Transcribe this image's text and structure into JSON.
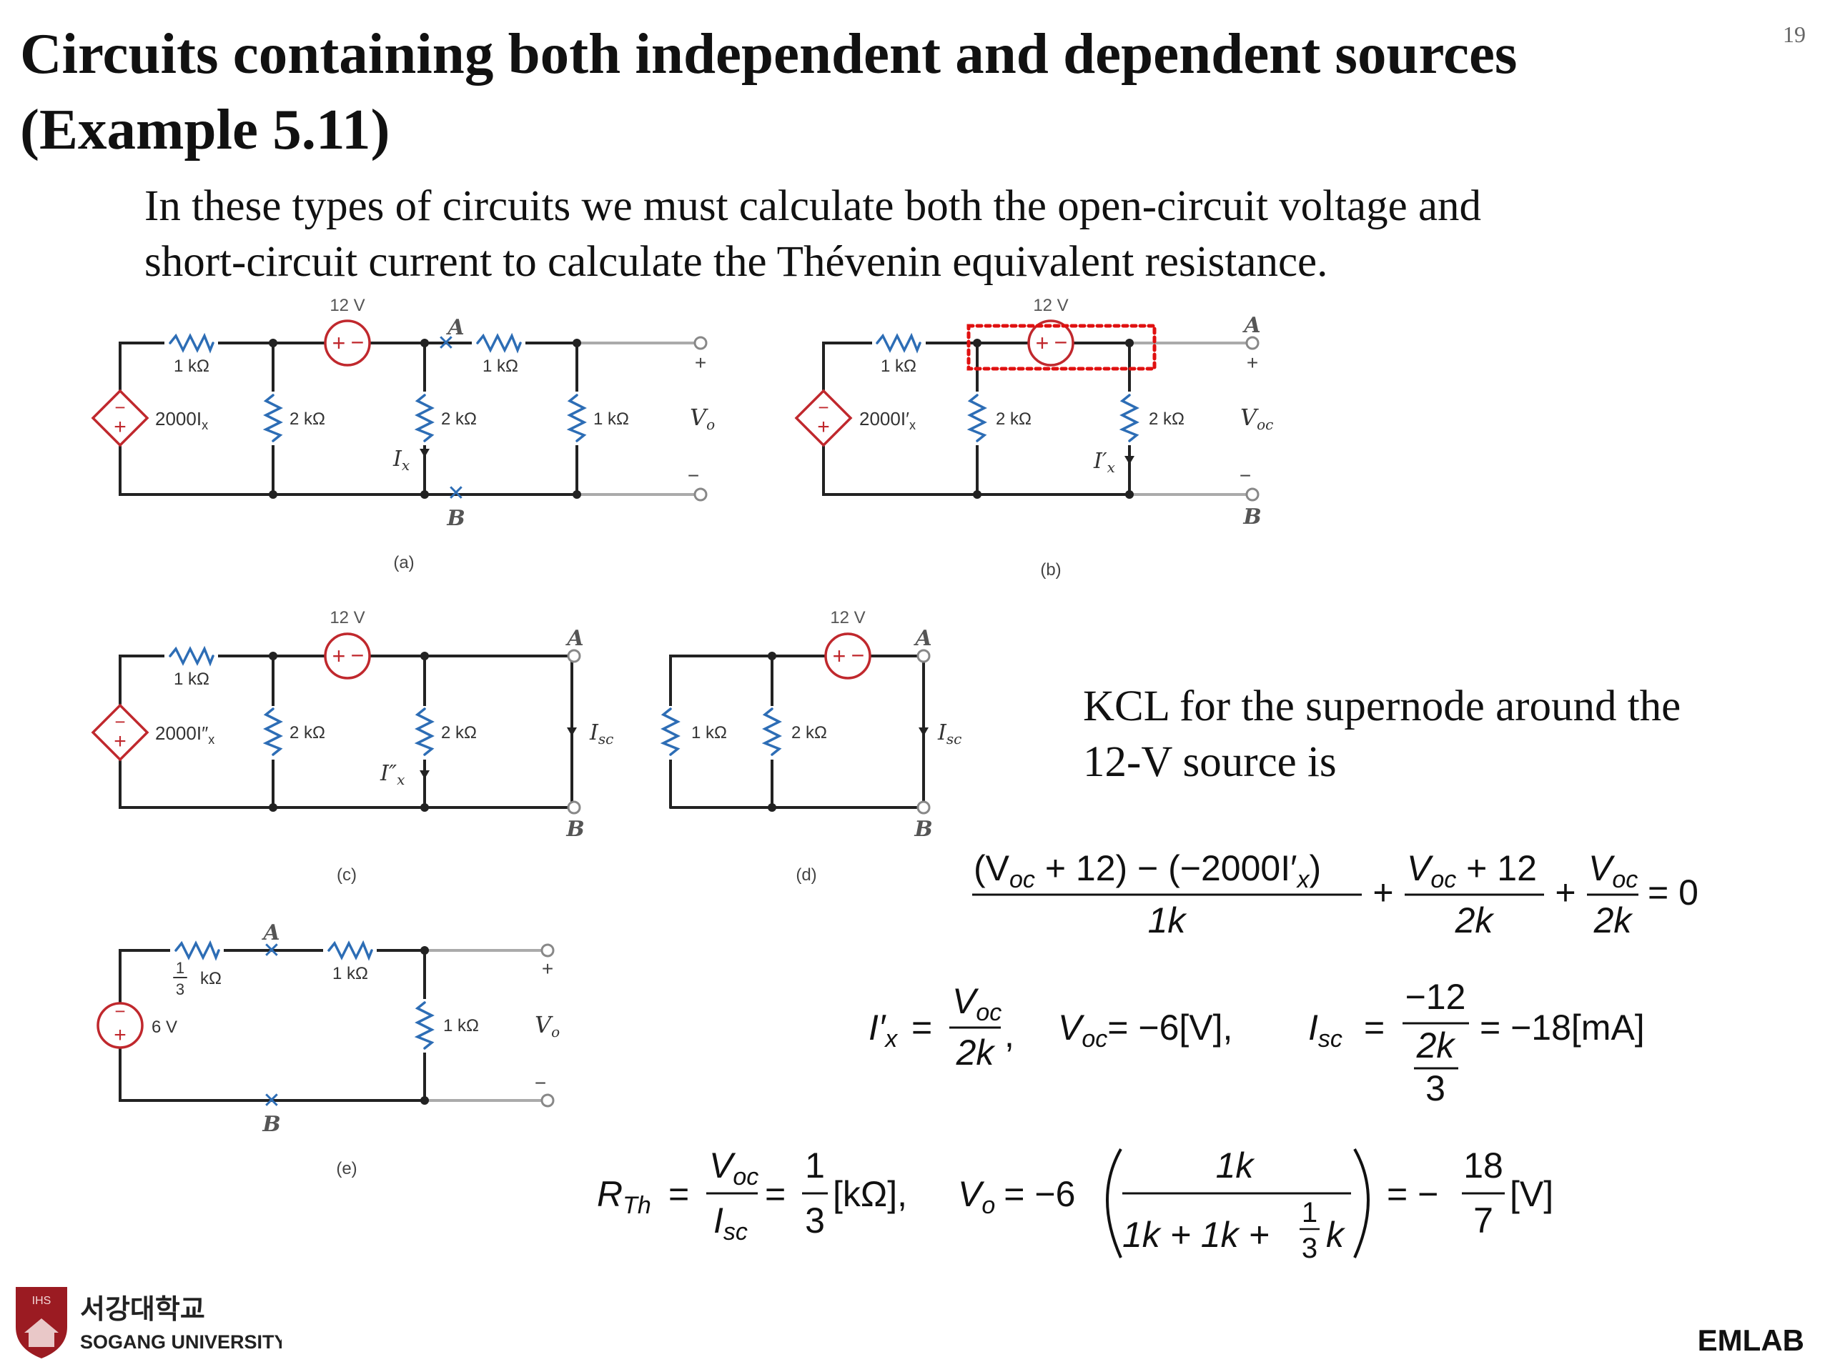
{
  "slide": {
    "title_line1": "Circuits containing both independent and dependent sources",
    "title_line2": "(Example 5.11)",
    "page_number": "19",
    "intro_line1": "In these types of circuits we must calculate both the open-circuit voltage and",
    "intro_line2": "short-circuit current to calculate the Thévenin equivalent resistance.",
    "kcl_line1": "KCL for the supernode around the",
    "kcl_line2": "12-V source is"
  },
  "circuits": {
    "a": {
      "caption": "(a)",
      "source": "12 V",
      "r1": "1 kΩ",
      "r2": "2 kΩ",
      "r3": "2 kΩ",
      "r4": "1 kΩ",
      "r5": "1 kΩ",
      "dep": "2000I",
      "dep_sub": "x",
      "ix": "I",
      "ix_sub": "x",
      "node_a": "A",
      "node_b": "B",
      "out": "V",
      "out_sub": "o",
      "plus": "+",
      "minus": "−"
    },
    "b": {
      "caption": "(b)",
      "source": "12 V",
      "r1": "1 kΩ",
      "r2": "2 kΩ",
      "r3": "2 kΩ",
      "dep": "2000I′",
      "dep_sub": "x",
      "ix": "I′",
      "ix_sub": "x",
      "node_a": "A",
      "node_b": "B",
      "out": "V",
      "out_sub": "oc",
      "plus": "+",
      "minus": "−"
    },
    "c": {
      "caption": "(c)",
      "source": "12 V",
      "r1": "1 kΩ",
      "r2": "2 kΩ",
      "r3": "2 kΩ",
      "dep": "2000I″",
      "dep_sub": "x",
      "ix": "I″",
      "ix_sub": "x",
      "node_a": "A",
      "node_b": "B",
      "isc": "I",
      "isc_sub": "sc"
    },
    "d": {
      "caption": "(d)",
      "source": "12 V",
      "r1": "1 kΩ",
      "r2": "2 kΩ",
      "node_a": "A",
      "node_b": "B",
      "isc": "I",
      "isc_sub": "sc"
    },
    "e": {
      "caption": "(e)",
      "source": "6 V",
      "r_frac_num": "1",
      "r_frac_den": "3",
      "r_frac_unit": "kΩ",
      "r2": "1 kΩ",
      "r3": "1 kΩ",
      "node_a": "A",
      "node_b": "B",
      "out": "V",
      "out_sub": "o",
      "plus": "+",
      "minus": "−"
    }
  },
  "equations": {
    "eq1": {
      "num1": "(V",
      "num1_sub": "oc",
      "num1_rest": " + 12) − (−2000I′",
      "num1_sub2": "x",
      "num1_end": ")",
      "den1": "1k",
      "plus": "+",
      "num2": "V",
      "num2_sub": "oc",
      "num2_rest": " + 12",
      "den2": "2k",
      "num3": "V",
      "num3_sub": "oc",
      "den3": "2k",
      "rhs": "= 0"
    },
    "eq2": {
      "lhs": "I′",
      "lhs_sub": "x",
      "eq": "=",
      "frac_num": "V",
      "frac_num_sub": "oc",
      "frac_den": "2k",
      "comma": ",",
      "voc": "V",
      "voc_sub": "oc",
      "voc_val": "= −6[V],",
      "isc": "I",
      "isc_sub": "sc",
      "isc_eq": "=",
      "isc_num": "−12",
      "isc_den_num": "2k",
      "isc_den_den": "3",
      "isc_val": "= −18[mA]"
    },
    "eq3": {
      "rth": "R",
      "rth_sub": "Th",
      "eq": "=",
      "f1_num": "V",
      "f1_num_sub": "oc",
      "f1_den": "I",
      "f1_den_sub": "sc",
      "f2_num": "1",
      "f2_den": "3",
      "unit1": "[kΩ],",
      "vo": "V",
      "vo_sub": "o",
      "vo_eq": "= −6",
      "big_num": "1k",
      "big_den_a": "1k + 1k +",
      "big_den_fnum": "1",
      "big_den_fden": "3",
      "big_den_b": "k",
      "res_eq": "= −",
      "res_num": "18",
      "res_den": "7",
      "res_unit": "[V]"
    }
  },
  "footer": {
    "korean": "서강대학교",
    "university": "SOGANG UNIVERSITY",
    "emblem_text": "IHS",
    "brand": "EMLAB"
  },
  "colors": {
    "source_red": "#c0282d",
    "resistor_blue": "#2d6db5",
    "wire": "#222222",
    "highlight": "#e01010"
  }
}
